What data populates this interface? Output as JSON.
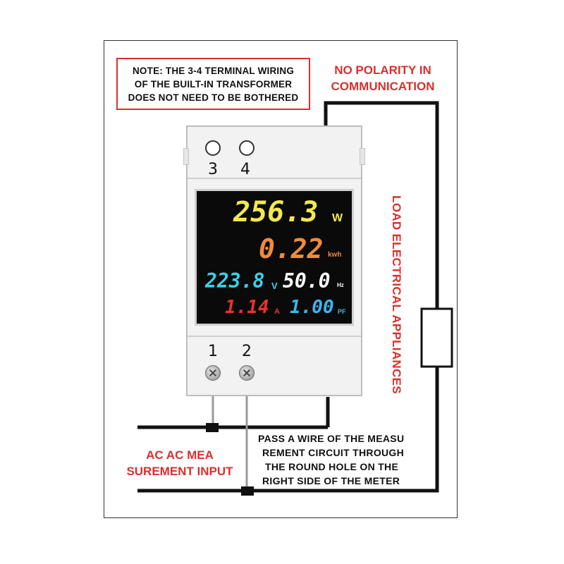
{
  "note": {
    "lines": [
      "NOTE: THE 3-4 TERMINAL WIRING",
      "OF THE BUILT-IN TRANSFORMER",
      "DOES NOT NEED TO BE BOTHERED"
    ]
  },
  "labels": {
    "polarity": [
      "NO POLARITY IN",
      "COMMUNICATION"
    ],
    "load": "LOAD ELECTRICAL APPLIANCES",
    "input": [
      "AC AC MEA",
      "SUREMENT INPUT"
    ],
    "pass_wire": [
      "PASS A WIRE OF THE MEASU",
      "REMENT CIRCUIT THROUGH",
      "THE ROUND HOLE ON THE",
      "RIGHT SIDE OF THE METER"
    ]
  },
  "terminals": {
    "top": [
      "3",
      "4"
    ],
    "bottom": [
      "1",
      "2"
    ]
  },
  "display": {
    "power": {
      "value": "256.3",
      "unit": "W"
    },
    "energy": {
      "value": "0.22",
      "unit": "kwh"
    },
    "voltage": {
      "value": "223.8",
      "unit": "V"
    },
    "frequency": {
      "value": "50.0",
      "unit": "Hz"
    },
    "current": {
      "value": "1.14",
      "unit": "A"
    },
    "power_factor": {
      "value": "1.00",
      "unit": "PF"
    }
  },
  "colors": {
    "label_red": "#d9302c",
    "power": "#f2e94e",
    "energy": "#f08a3c",
    "voltage": "#3ad1e6",
    "frequency": "#ffffff",
    "current": "#e8332d",
    "power_factor": "#39b8f0"
  }
}
